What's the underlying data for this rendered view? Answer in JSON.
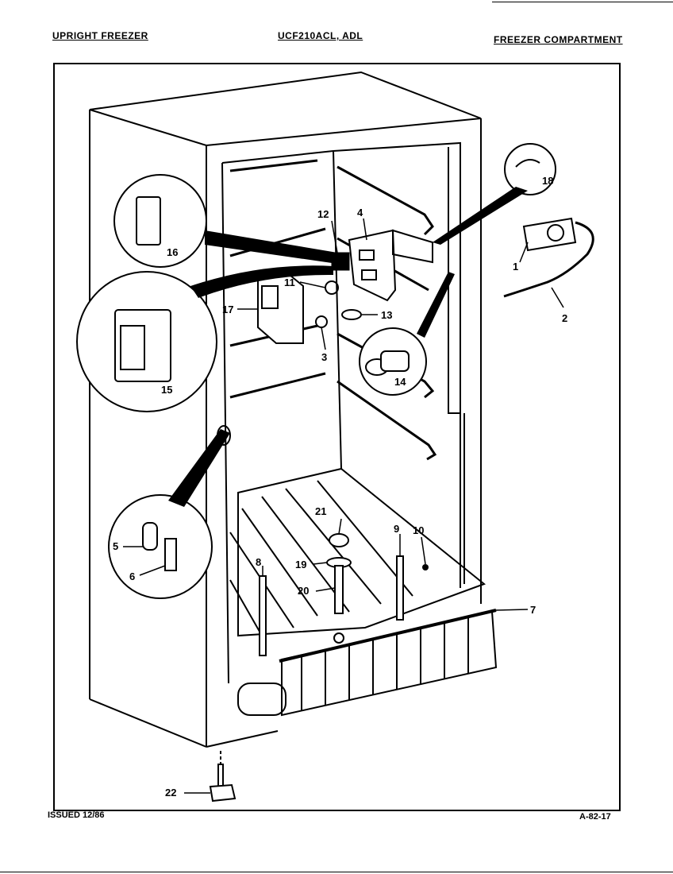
{
  "header": {
    "left": "UPRIGHT FREEZER",
    "center": "UCF210ACL, ADL",
    "right": "FREEZER COMPARTMENT"
  },
  "footer": {
    "left": "ISSUED 12/86",
    "right": "A-82-17"
  },
  "callouts": {
    "c1": "1",
    "c2": "2",
    "c3": "3",
    "c4": "4",
    "c5": "5",
    "c6": "6",
    "c7": "7",
    "c8": "8",
    "c9": "9",
    "c10": "10",
    "c11": "11",
    "c12": "12",
    "c13": "13",
    "c14": "14",
    "c15": "15",
    "c16": "16",
    "c17": "17",
    "c18": "18",
    "c19": "19",
    "c20": "20",
    "c21": "21",
    "c22": "22"
  }
}
